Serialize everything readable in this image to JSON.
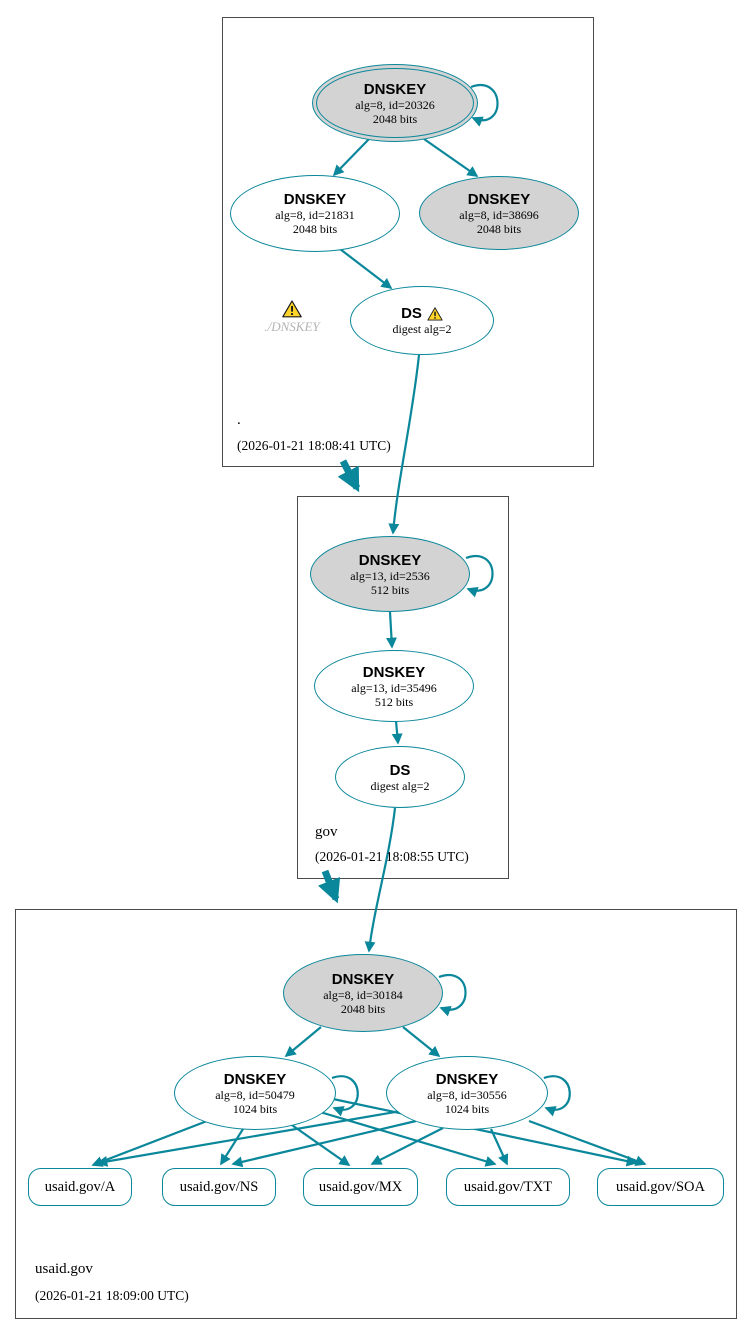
{
  "diagram": {
    "kind": "dnssec-authentication-chain"
  },
  "colors": {
    "secure": "#0a879a",
    "ksk_fill": "#d3d3d3",
    "node_fill": "#ffffff",
    "warning_fill": "#ffd42a"
  },
  "zones": {
    "root": {
      "name": ".",
      "timestamp": "(2026-01-21 18:08:41 UTC)",
      "ksk": {
        "type": "DNSKEY",
        "alg": "alg=8, id=20326",
        "bits": "2048 bits"
      },
      "zsk": {
        "type": "DNSKEY",
        "alg": "alg=8, id=21831",
        "bits": "2048 bits"
      },
      "ksk2": {
        "type": "DNSKEY",
        "alg": "alg=8, id=38696",
        "bits": "2048 bits"
      },
      "ds": {
        "type": "DS",
        "detail": "digest alg=2"
      },
      "warning_ref": "./DNSKEY"
    },
    "gov": {
      "name": "gov",
      "timestamp": "(2026-01-21 18:08:55 UTC)",
      "ksk": {
        "type": "DNSKEY",
        "alg": "alg=13, id=2536",
        "bits": "512 bits"
      },
      "zsk": {
        "type": "DNSKEY",
        "alg": "alg=13, id=35496",
        "bits": "512 bits"
      },
      "ds": {
        "type": "DS",
        "detail": "digest alg=2"
      }
    },
    "usaid": {
      "name": "usaid.gov",
      "timestamp": "(2026-01-21 18:09:00 UTC)",
      "ksk": {
        "type": "DNSKEY",
        "alg": "alg=8, id=30184",
        "bits": "2048 bits"
      },
      "zsk1": {
        "type": "DNSKEY",
        "alg": "alg=8, id=50479",
        "bits": "1024 bits"
      },
      "zsk2": {
        "type": "DNSKEY",
        "alg": "alg=8, id=30556",
        "bits": "1024 bits"
      },
      "rrsets": [
        {
          "label": "usaid.gov/A"
        },
        {
          "label": "usaid.gov/NS"
        },
        {
          "label": "usaid.gov/MX"
        },
        {
          "label": "usaid.gov/TXT"
        },
        {
          "label": "usaid.gov/SOA"
        }
      ]
    }
  }
}
